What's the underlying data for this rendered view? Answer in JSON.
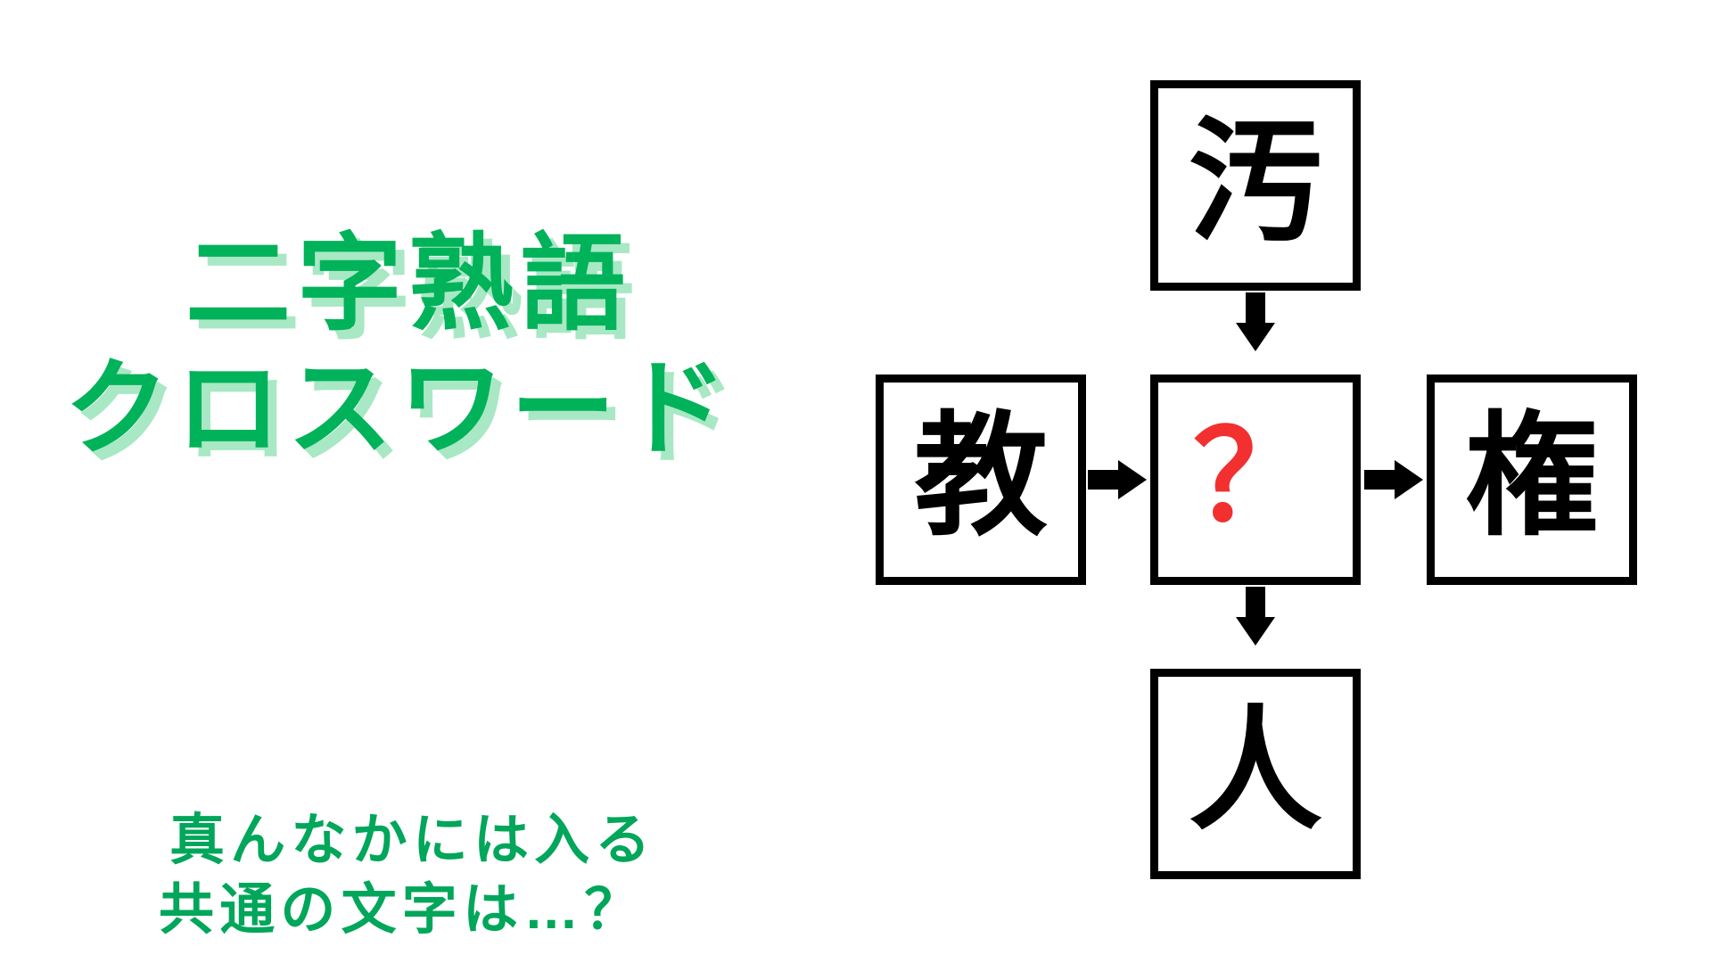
{
  "colors": {
    "title_green": "#00b259",
    "title_shadow_green": "#a8e8c4",
    "subtitle_green": "#00a65a",
    "cell_border": "#000000",
    "question_red": "#f23030",
    "background": "#ffffff"
  },
  "headline": {
    "line1": "二字熟語",
    "line2": "クロスワード"
  },
  "subtitle": {
    "line1": "真んなかには入る",
    "line2": "共通の文字は…？"
  },
  "puzzle": {
    "type": "kanji-crossword",
    "cells": {
      "top": "汚",
      "left": "教",
      "center": "？",
      "right": "権",
      "bottom": "人"
    },
    "arrows": [
      {
        "name": "top-to-center",
        "direction": "down"
      },
      {
        "name": "left-to-center",
        "direction": "right"
      },
      {
        "name": "center-to-right",
        "direction": "right"
      },
      {
        "name": "center-to-bottom",
        "direction": "down"
      }
    ]
  }
}
